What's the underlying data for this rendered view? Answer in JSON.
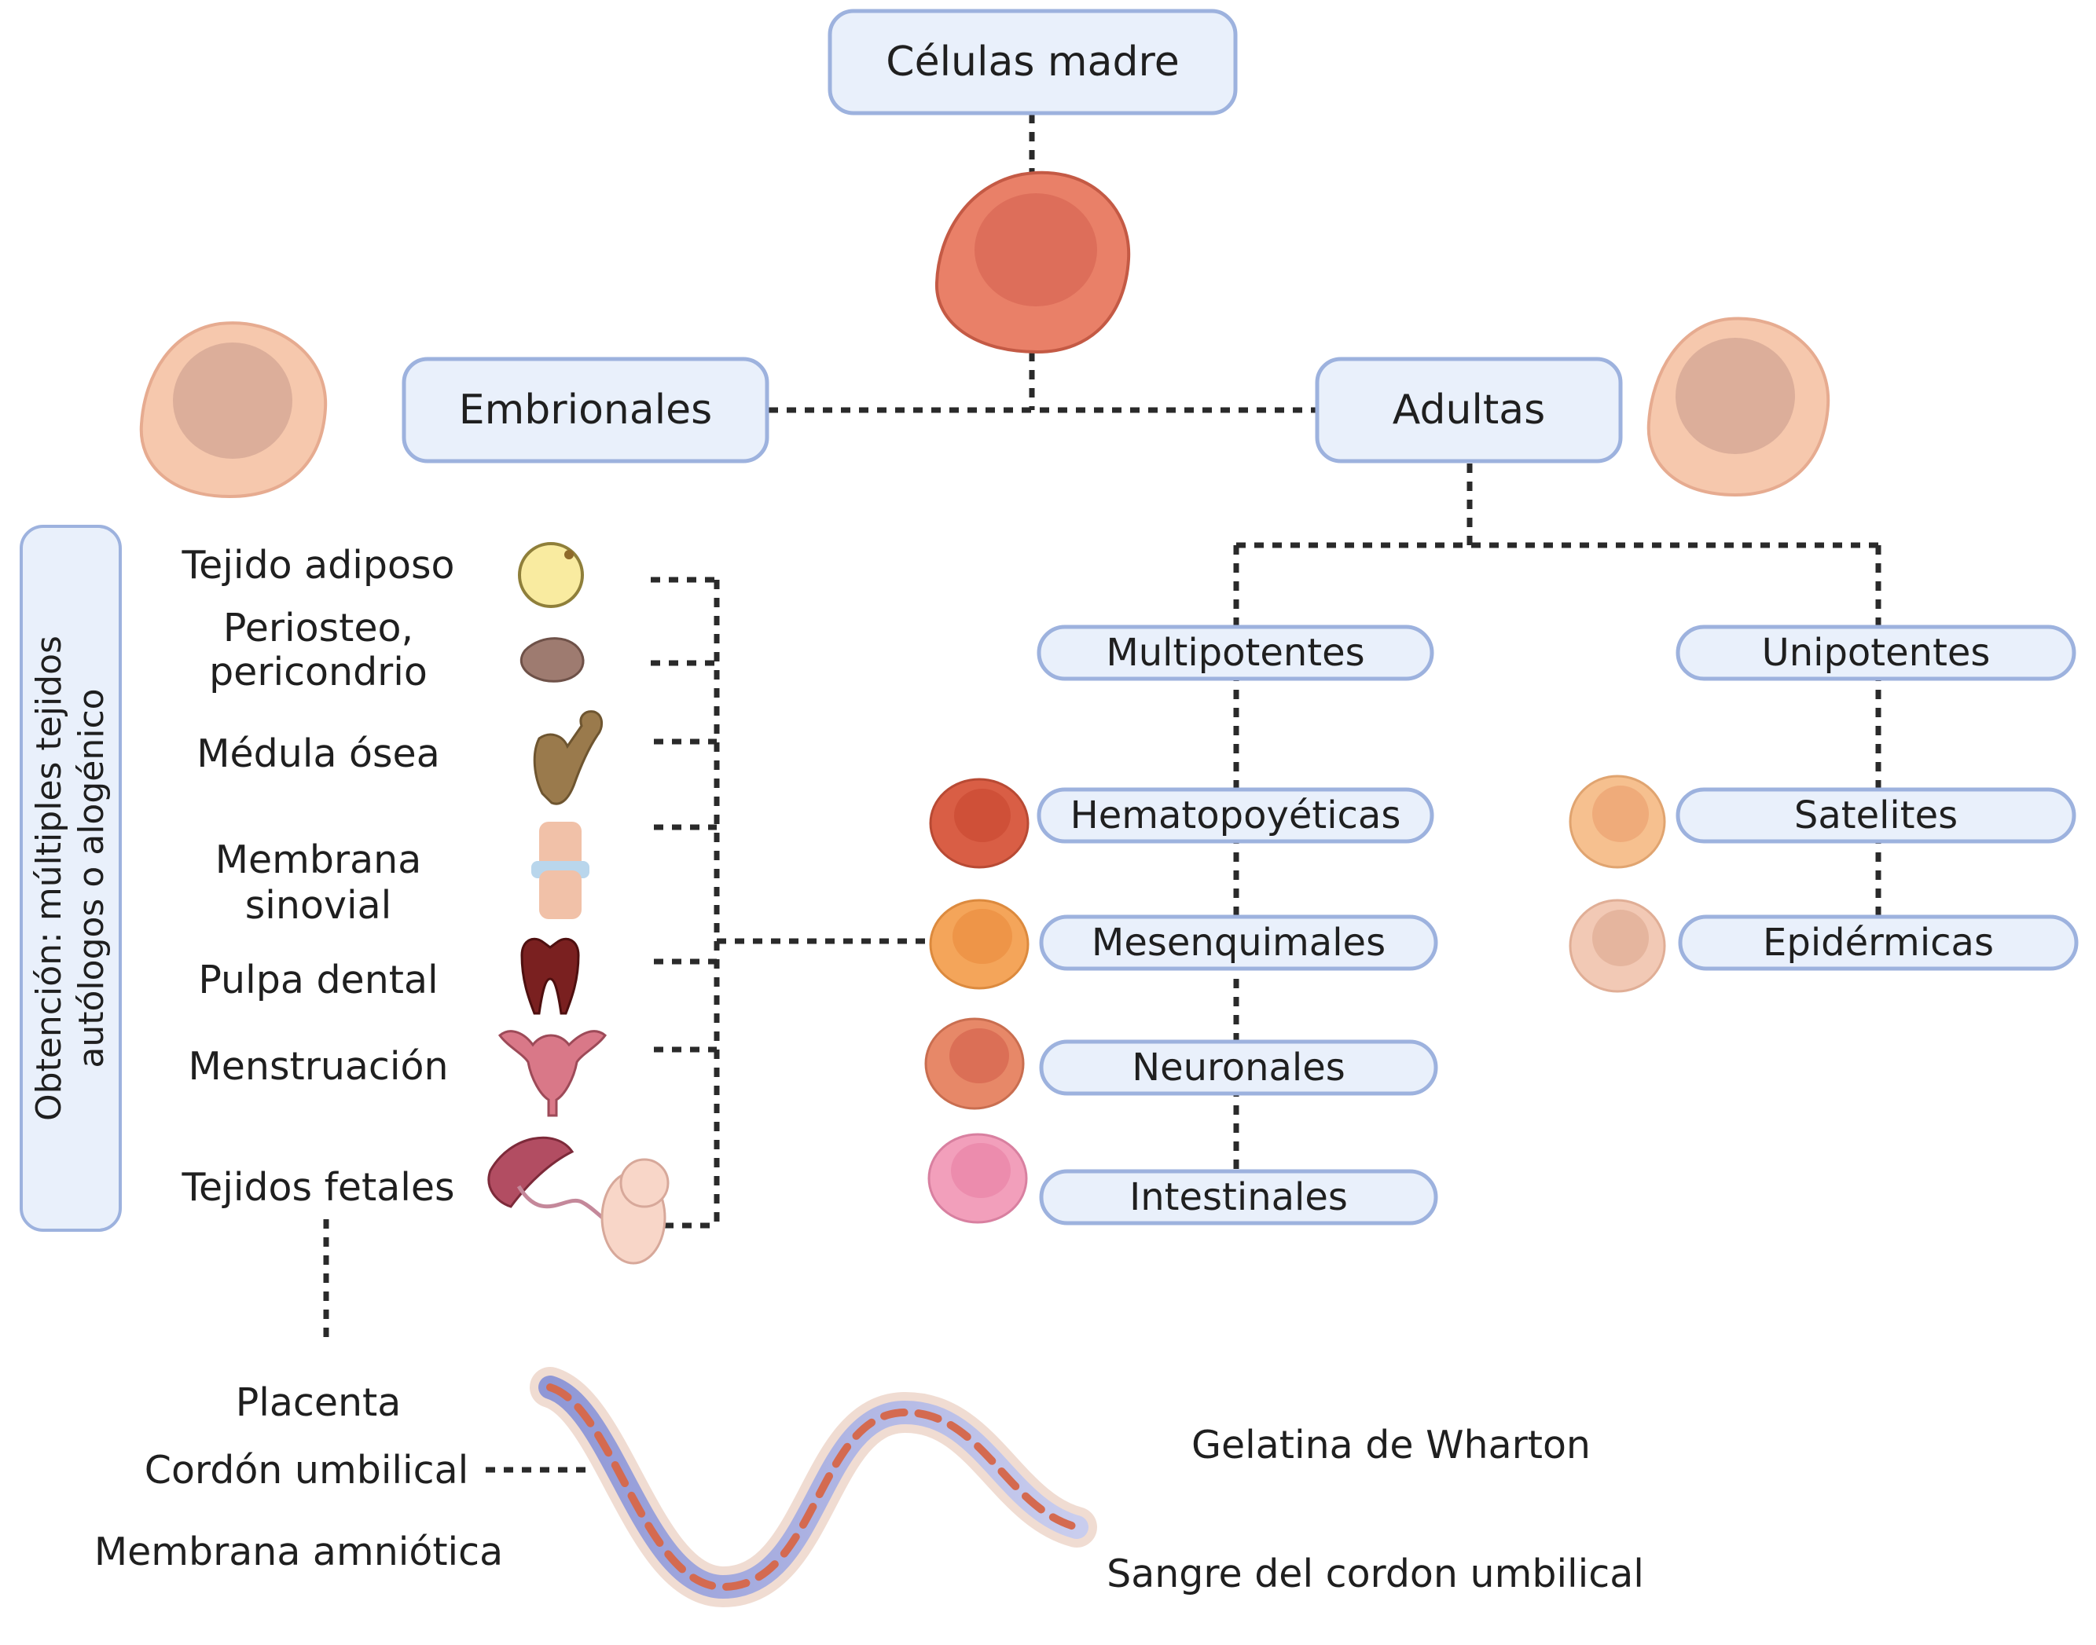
{
  "root": "Células madre",
  "embryonic": "Embrionales",
  "adult": "Adultas",
  "multipotent": "Multipotentes",
  "unipotent": "Unipotentes",
  "multipotent_types": [
    "Hematopoyéticas",
    "Mesenquimales",
    "Neuronales",
    "Intestinales"
  ],
  "unipotent_types": [
    "Satelites",
    "Epidérmicas"
  ],
  "sources_title_line1": "Obtención: múltiples tejidos",
  "sources_title_line2": "autólogos o alogénico",
  "sources": [
    "Tejido adiposo",
    "Periosteo, pericondrio",
    "Médula ósea",
    "Membrana sinovial",
    "Pulpa dental",
    "Menstruación",
    "Tejidos fetales"
  ],
  "fetal_sources": [
    "Placenta",
    "Cordón umbilical",
    "Membrana amniótica"
  ],
  "cord_parts": [
    "Gelatina de Wharton",
    "Sangre del cordon umbilical"
  ],
  "colors": {
    "box_fill": "#e9f0fb",
    "box_border": "#9db2de",
    "stem_cell": "#e98068",
    "embryonic_cell": "#f6c8ad",
    "hematopoietic_cell": "#d95e45",
    "mesenchymal_cell": "#f4a55a",
    "neuronal_cell": "#e78868",
    "intestinal_cell": "#f29fbb",
    "satellite_cell": "#f6c08f",
    "epidermal_cell": "#f2c9b5"
  }
}
